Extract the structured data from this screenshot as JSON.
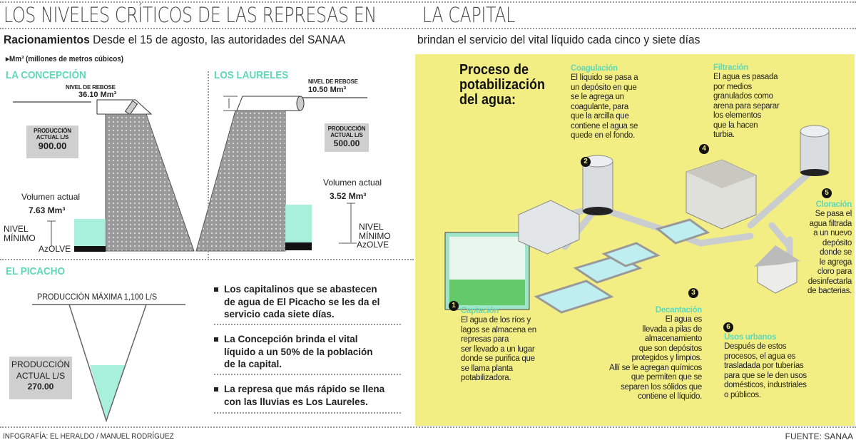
{
  "header": {
    "title_left": "LOS NIVELES CRÍTICOS DE LAS REPRESAS EN",
    "title_right": "LA CAPITAL",
    "subtitle_bold": "Racionamientos",
    "subtitle_left": " Desde el 15 de agosto, las autoridades del SANAA",
    "subtitle_right": "brindan el servicio del vital líquido cada cinco y siete días",
    "unit_note": "▸Mm³ (millones de metros cúbicos)"
  },
  "concepcion": {
    "name": "LA CONCEPCIÓN",
    "rebose_label": "NIVEL DE REBOSE",
    "rebose_value": "36.10 Mm³",
    "prod_label": "PRODUCCIÓN\nACTUAL L/S",
    "prod_value": "900.00",
    "vol_label": "Volumen actual",
    "vol_value": "7.63 Mm³",
    "min_label": "NIVEL\nMÍNIMO",
    "azolve_label": "AzOLVE",
    "fill_fraction": 0.21
  },
  "laureles": {
    "name": "LOS LAURELES",
    "rebose_label": "NIVEL DE REBOSE",
    "rebose_value": "10.50 Mm³",
    "prod_label": "PRODUCCIÓN\nACTUAL L/S",
    "prod_value": "500.00",
    "vol_label": "Volumen actual",
    "vol_value": "3.52 Mm³",
    "min_label": "NIVEL\nMÍNIMO",
    "azolve_label": "AzOLVE",
    "fill_fraction": 0.34
  },
  "picacho": {
    "name": "EL PICACHO",
    "max_label": "PRODUCCIÓN MÁXIMA 1,100 L/S",
    "prod_label": "PRODUCCIÓN\nACTUAL L/S",
    "prod_value": "270.00"
  },
  "bullets": [
    "Los capitalinos que se abastecen\nde agua de El Picacho se les da el\nservicio cada siete días.",
    "La Concepción brinda el vital\nlíquido a un 50% de la población\nde la capital.",
    "La represa que más rápido se llena\ncon las lluvias es Los Laureles."
  ],
  "process": {
    "title": "Proceso de\npotabilización\ndel agua:",
    "steps": [
      {
        "num": "1",
        "name": "Captación",
        "text": "El agua de los ríos y\nlagos se almacena en\nrepresas para\nser llevado a un lugar\ndonde se purifica que\nse llama planta\npotabilizadora."
      },
      {
        "num": "2",
        "name": "Coagulación",
        "text": "El líquido se pasa a\nun depósito en que\nse le agrega un\ncoagulante, para\nque la arcilla que\ncontiene el agua se\nquede en el fondo."
      },
      {
        "num": "3",
        "name": "Decantación",
        "text": "El agua es\nllevada a pilas de\nalmacenamiento\nque son depósitos\nprotegidos y limpios.\nAllí se le agregan químicos\nque permiten que se\nseparen los sólidos que\ncontiene el líquido."
      },
      {
        "num": "4",
        "name": "Filtración",
        "text": "El agua es pasada\npor medios\ngranulados como\narena para separar\nlos elementos\nque la hacen\nturbia."
      },
      {
        "num": "5",
        "name": "Cloración",
        "text": "Se pasa el\nagua filtrada\na un nuevo\ndepósito\ndonde se\nle agrega\ncloro para\ndesinfectarla\nde bacterias."
      },
      {
        "num": "6",
        "name": "Usos urbanos",
        "text": "Después de estos\nprocesos, el agua es\ntrasladada por tuberías\npara que se le den usos\ndomésticos, industriales\no públicos."
      }
    ]
  },
  "footer": {
    "credit": "INFOGRAFÍA: EL HERALDO / MANUEL RODRÍGUEZ",
    "source": "FUENTE: SANAA"
  },
  "colors": {
    "accent_teal": "#5fd8b6",
    "panel_yellow": "#f3ee84",
    "water": "#a8f0dc"
  }
}
